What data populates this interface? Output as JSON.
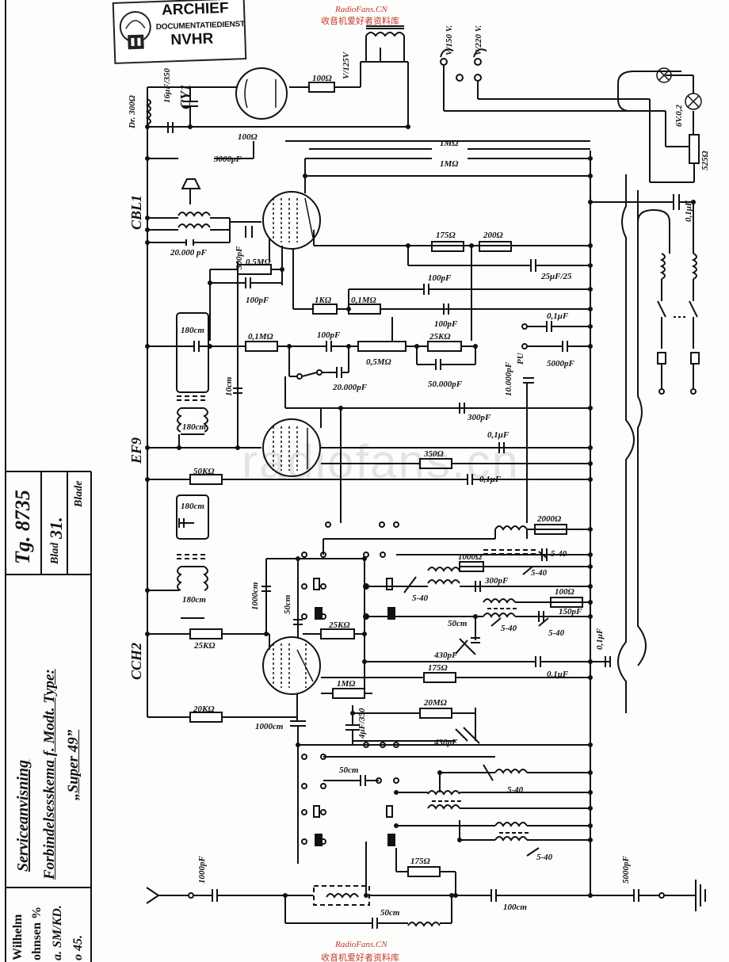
{
  "stamp": {
    "line1": "ARCHIEF",
    "line2": "DOCUMENTATIEDIENST",
    "line3": "NVHR"
  },
  "watermark": {
    "site": "RadioFans.CN",
    "cn": "收音机爱好者资料库",
    "center": "radiofans.cn"
  },
  "titleblock": {
    "tg": "Tg. 8735",
    "blad_label": "Blad",
    "blad_num": "31.",
    "blade": "Blade",
    "line1": "Serviceanvisning",
    "line2": "Forbindelsesskema f. Modt. Type:",
    "line3": "„Super 49”",
    "firm1": "Wilhelm",
    "firm2": "ohnsen %",
    "code": "a. SM/KD.",
    "num": "o 45."
  },
  "tubes": {
    "cy1": "CY1",
    "cbl1": "CBL1",
    "ef9": "EF9",
    "cch2": "CCH2"
  },
  "labels": {
    "dr": "Dr. 300Ω",
    "c16": "16μF/350",
    "v125": "V/125V",
    "v150": "V/150 V.",
    "v220": "V/220 V.",
    "r100_rect": "100Ω",
    "r100_top": "100Ω",
    "c3000": "3000pF",
    "r1m_a": "1MΩ",
    "r1m_b": "1MΩ",
    "c20000a": "20.000 pF",
    "c300a": "300pF",
    "r05m": "0,5MΩ",
    "c100a": "100pF",
    "r175a": "175Ω",
    "r200": "200Ω",
    "c25uf": "25μF/25",
    "c100b": "100pF",
    "r1k": "1KΩ",
    "r01m_a": "0,1MΩ",
    "c100c": "100pF",
    "c180a": "180cm",
    "r01m_b": "0,1MΩ",
    "c100d": "100pF",
    "r25k_a": "25KΩ",
    "pot05m": "0,5MΩ",
    "c20000b": "20.000pF",
    "c50000": "50.000pF",
    "c10000": "10.000pF",
    "pu": "PU",
    "c01a": "0,1μF",
    "c5000a": "5000pF",
    "c10cm": "10cm",
    "c300b": "300pF",
    "c180b": "180cm",
    "c01b": "0,1μF",
    "r350": "350Ω",
    "r50k": "50KΩ",
    "c01c": "0,1μF",
    "c180c": "180cm",
    "r2000": "2000Ω",
    "r1000": "1000Ω",
    "c1000a": "1000cm",
    "c50a": "50cm",
    "tr540a": "5-40",
    "tr540b": "5-40",
    "tr540c": "5-40",
    "c300c": "300pF",
    "r100c": "100Ω",
    "c150": "150pF",
    "c180d": "180cm",
    "r25k_b": "25KΩ",
    "r25k_c": "25KΩ",
    "c50b": "50cm",
    "tr540d": "5-40",
    "tr540e": "5-40",
    "c430a": "430pF",
    "c01d": "0,1μF",
    "c01e": "0,1μF",
    "r175b": "175Ω",
    "r20k": "20KΩ",
    "r1m_c": "1MΩ",
    "c1000b": "1000cm",
    "c4uf": "4μF/350",
    "r20m": "20MΩ",
    "c430b": "430pF",
    "c50c": "50cm",
    "tr540f": "5-40",
    "tr540g": "5-40",
    "r175c": "175Ω",
    "c1000pf": "1000pF",
    "c100e": "100cm",
    "c5000b": "5000pF",
    "c50d": "50cm",
    "lamp": "6V.0,2",
    "r525": "525Ω",
    "c01f": "0,1μF"
  }
}
